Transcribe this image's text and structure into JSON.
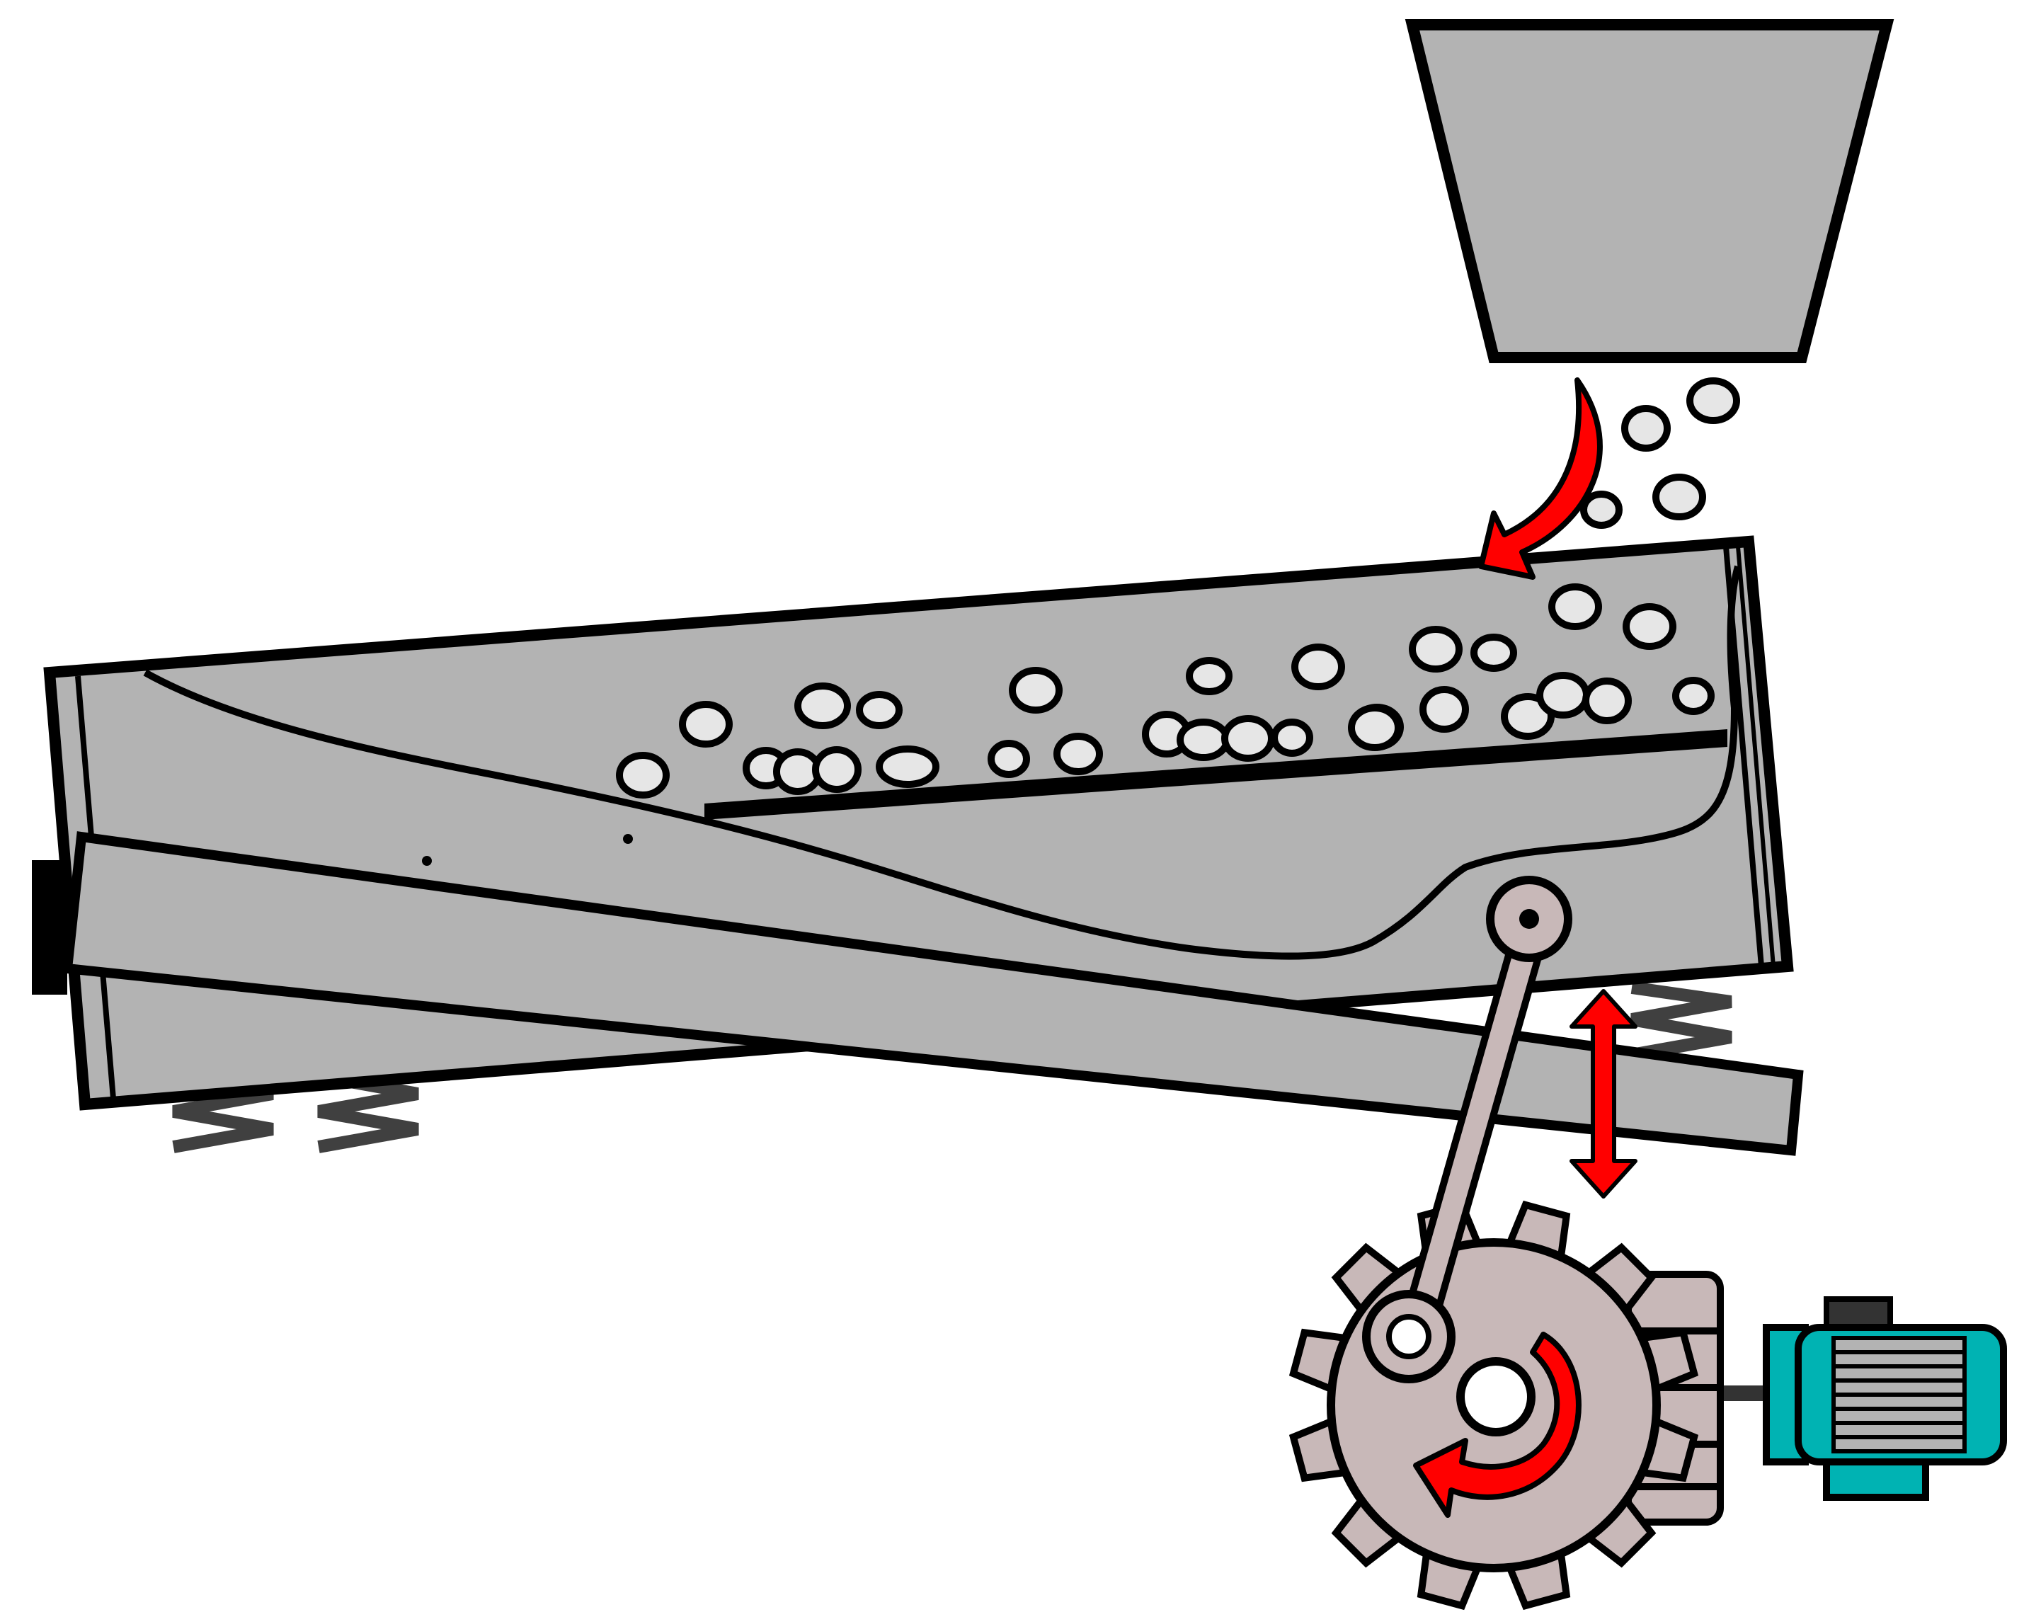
{
  "diagram": {
    "title": "",
    "subject": "vibrating-screen-with-hopper-and-eccentric-drive",
    "colors": {
      "outline": "#000000",
      "body_gray": "#b3b3b3",
      "hopper_gray": "#b3b3b3",
      "stone_fill": "#e6e6e6",
      "spring": "#404040",
      "wheel": "#c8b8b8",
      "arrow_red": "#ff0000",
      "motor_teal": "#00b3b3",
      "motor_dark": "#333333",
      "background": "#ffffff"
    },
    "icons": [
      "feed-hopper",
      "falling-stones",
      "feed-direction-arrow",
      "screen-box",
      "screen-deck",
      "support-springs",
      "vibration-direction-arrow",
      "connecting-rod",
      "eccentric-gear-wheel",
      "rotation-arrow",
      "belt-pulley",
      "electric-motor"
    ]
  }
}
